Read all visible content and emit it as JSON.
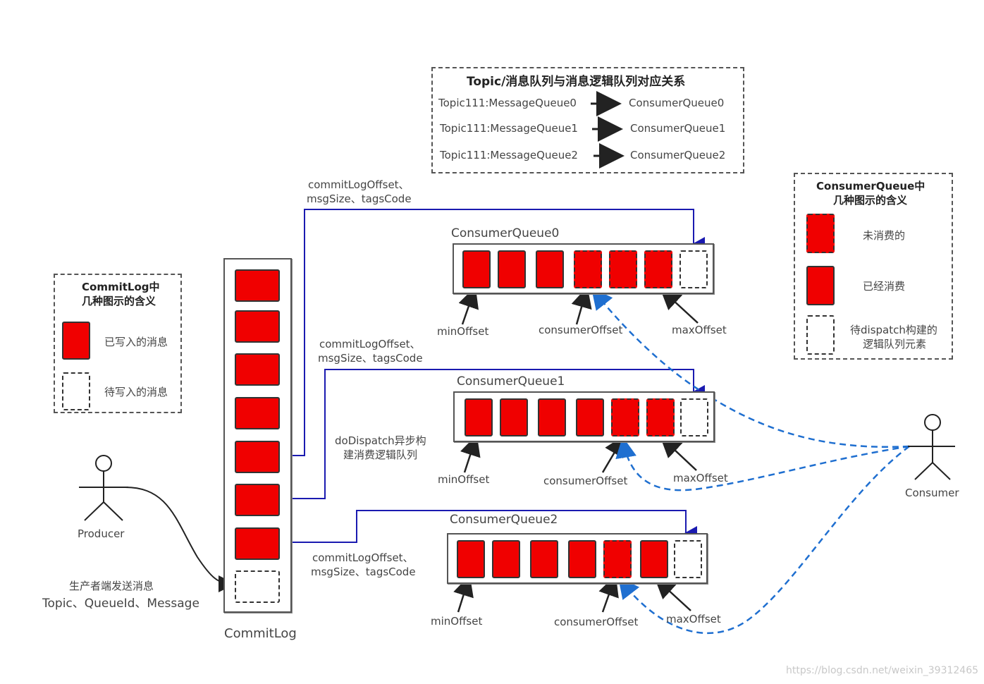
{
  "mapping": {
    "title": "Topic/消息队列与消息逻辑队列对应关系",
    "rows": [
      {
        "left": "Topic111:MessageQueue0",
        "right": "ConsumerQueue0"
      },
      {
        "left": "Topic111:MessageQueue1",
        "right": "ConsumerQueue1"
      },
      {
        "left": "Topic111:MessageQueue2",
        "right": "ConsumerQueue2"
      }
    ]
  },
  "commitlog_legend": {
    "title_line1": "CommitLog中",
    "title_line2": "几种图示的含义",
    "written": "已写入的消息",
    "pending": "待写入的消息"
  },
  "cq_legend": {
    "title_line1": "ConsumerQueue中",
    "title_line2": "几种图示的含义",
    "unconsumed": "未消费的",
    "consumed": "已经消费",
    "pending_line1": "待dispatch构建的",
    "pending_line2": "逻辑队列元素"
  },
  "commitlog": {
    "label": "CommitLog"
  },
  "producer": {
    "label": "Producer",
    "send_line1": "生产者端发送消息",
    "send_line2": "Topic、QueueId、Message"
  },
  "consumer": {
    "label": "Consumer"
  },
  "dispatch_label": {
    "line1": "doDispatch异步构",
    "line2": "建消费逻辑队列"
  },
  "queues": [
    {
      "name": "ConsumerQueue0",
      "link_line1": "commitLogOffset、",
      "link_line2": "msgSize、tagsCode",
      "min": "minOffset",
      "consumer": "consumerOffset",
      "max": "maxOffset"
    },
    {
      "name": "ConsumerQueue1",
      "link_line1": "commitLogOffset、",
      "link_line2": "msgSize、tagsCode",
      "min": "minOffset",
      "consumer": "consumerOffset",
      "max": "maxOffset"
    },
    {
      "name": "ConsumerQueue2",
      "link_line1": "commitLogOffset、",
      "link_line2": "msgSize、tagsCode",
      "min": "minOffset",
      "consumer": "consumerOffset",
      "max": "maxOffset"
    }
  ],
  "watermark": "https://blog.csdn.net/weixin_39312465",
  "colors": {
    "message_red": "#f00000",
    "link_blue": "#1a1ab0",
    "dashed_blue": "#1f6fd0"
  }
}
